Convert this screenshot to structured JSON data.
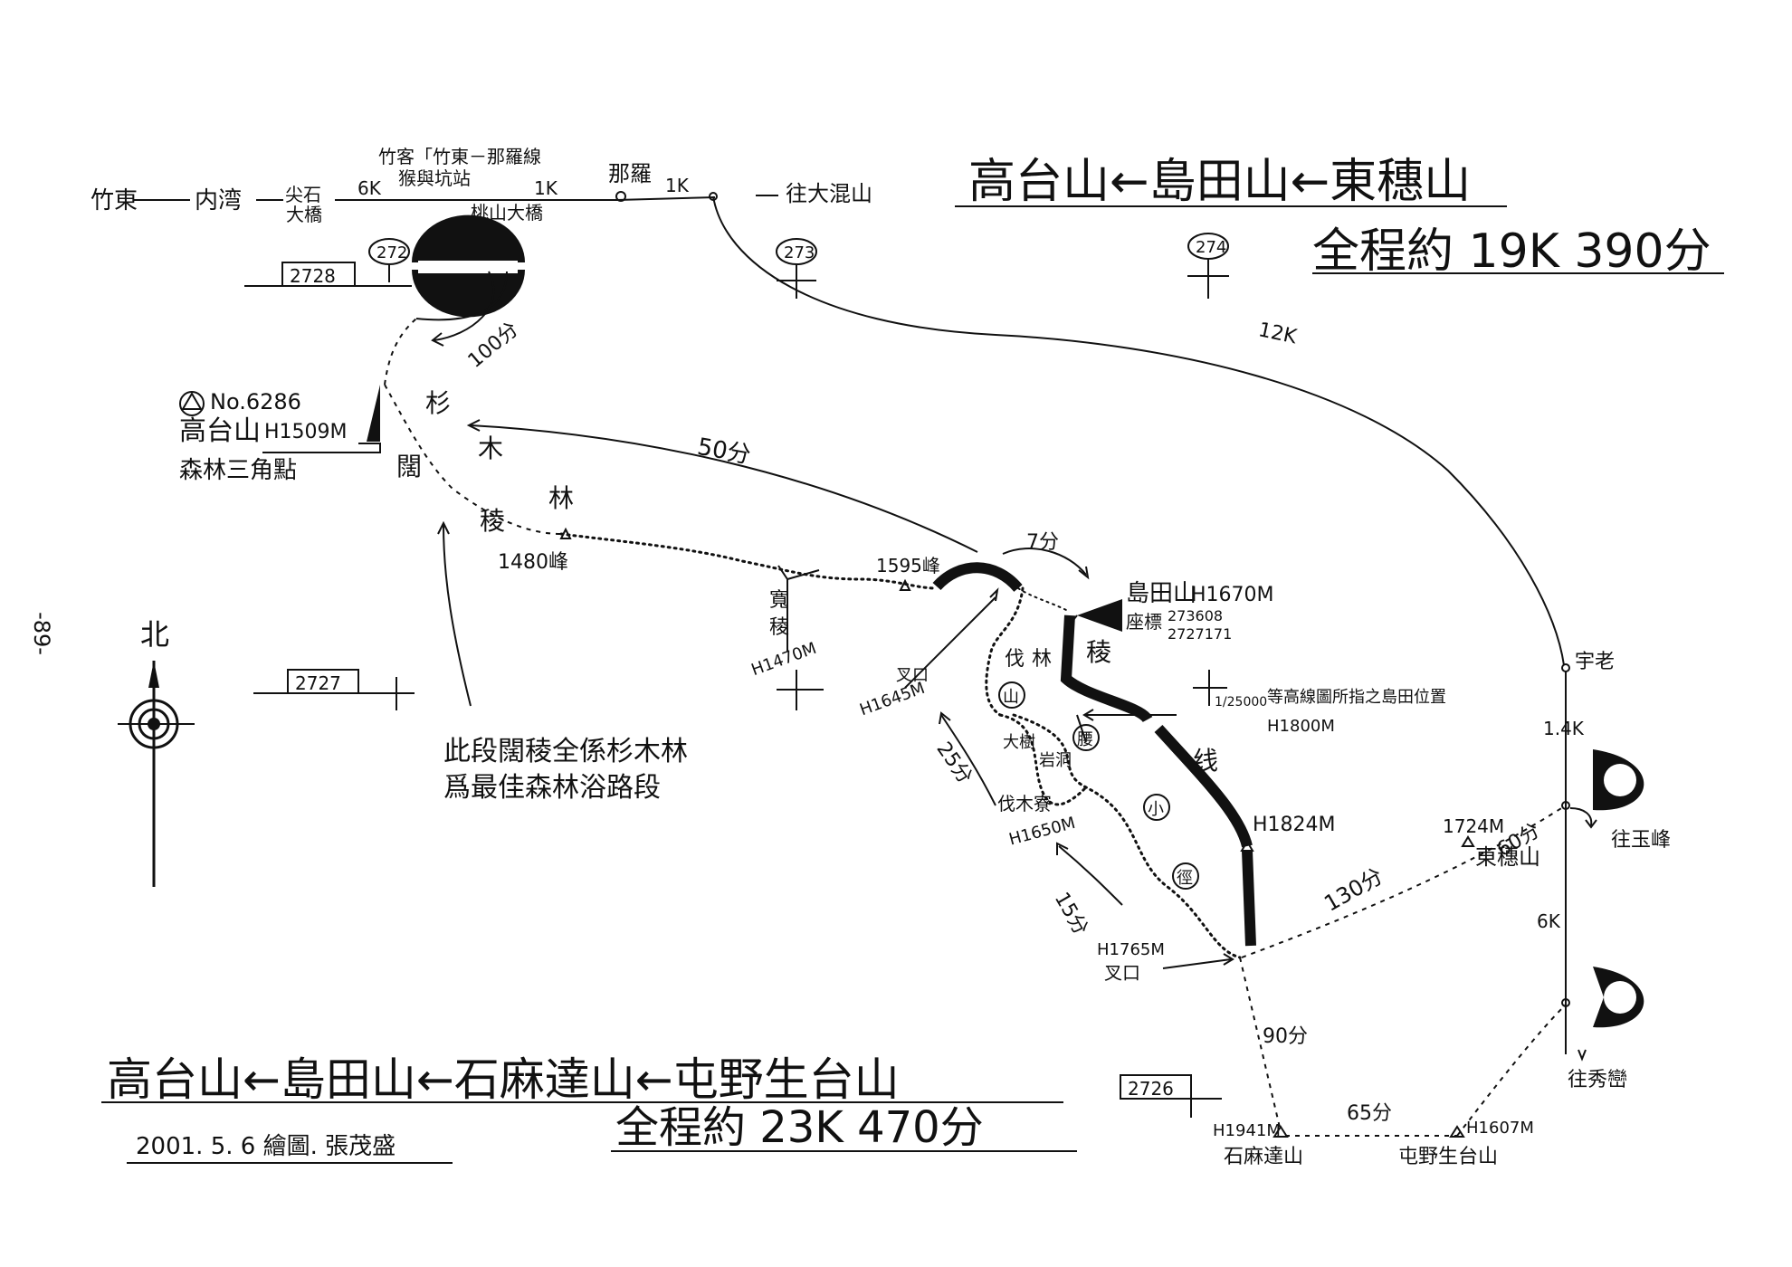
{
  "page_number": "-89-",
  "titles": {
    "top_route": "高台山←島田山←東穗山",
    "top_total": "全程約 19K 390分",
    "bottom_route": "高台山←島田山←石麻達山←屯野生台山",
    "bottom_total": "全程約 23K 470分",
    "author_note": "2001. 5. 6 繪圖. 張茂盛"
  },
  "road": {
    "zhudong": "竹東",
    "neiwan": "内湾",
    "jianshi": "尖石",
    "bridge1": "大橋",
    "dist_6k": "6K",
    "bus_line": "竹客「竹東－那羅線",
    "bus_stop": "猴與坑站",
    "dist_1k_a": "1K",
    "naluo": "那羅",
    "dist_1k_b": "1K",
    "to_dabashan": "往大混山",
    "taoshan_bridge": "桃山大橋",
    "dist_12k": "12K",
    "yulao": "宇老",
    "dist_14k": "1.4K",
    "to_yufeng": "往玉峰",
    "dist_6k_b": "6K",
    "to_xiuluan": "往秀巒"
  },
  "grid": {
    "g272": "272",
    "g273": "273",
    "g274": "274",
    "g2728": "2728",
    "g2727": "2727",
    "g2726": "2726"
  },
  "peaks": {
    "gaotai_no": "No.6286",
    "gaotai_name": "高台山",
    "gaotai_h": "H1509M",
    "gaotai_type": "森林三角點",
    "peak1480": "1480峰",
    "peak1595": "1595峰",
    "daotian_name": "島田山",
    "daotian_h": "H1670M",
    "coord_label": "座標",
    "coord1": "273608",
    "coord2": "2727171",
    "note_scale": "1/25000",
    "note_text": "等高線圖所指之島田位置",
    "note_h": "H1800M",
    "peak1824": "H1824M",
    "dongsui_h": "1724M",
    "dongsui_name": "東穗山",
    "shimada_h": "H1941M",
    "shimada_name": "石麻達山",
    "tunye_h": "H1607M",
    "tunye_name": "屯野生台山"
  },
  "trail": {
    "time_100": "100分",
    "time_50": "50分",
    "time_7": "7分",
    "time_25": "25分",
    "time_15": "15分",
    "time_130": "130分",
    "time_60": "60分",
    "time_90": "90分",
    "time_65": "65分",
    "fork_1470": "H1470M",
    "fork_1645": "H1645M",
    "fork_1765": "H1765M",
    "fork_label": "叉口",
    "fork_label2": "叉口",
    "lumber_camp": "伐木寮",
    "lumber_camp_h": "H1650M",
    "big_tree": "大樹",
    "shelter": "岩洞",
    "forest_section_1": "此段闊稜全係杉木林",
    "forest_section_2": "爲最佳森林浴路段"
  },
  "ridge_labels": {
    "c1": "杉",
    "c2": "木",
    "c3": "林",
    "k1": "闊",
    "k2": "稜",
    "r1": "稜",
    "r2": "线",
    "sub1": "寬",
    "sub2": "稜",
    "fl1": "伐",
    "fl2": "林",
    "cs1": "山",
    "cs2": "腰",
    "cs3": "小",
    "cs4": "徑"
  },
  "compass": {
    "north": "北"
  }
}
